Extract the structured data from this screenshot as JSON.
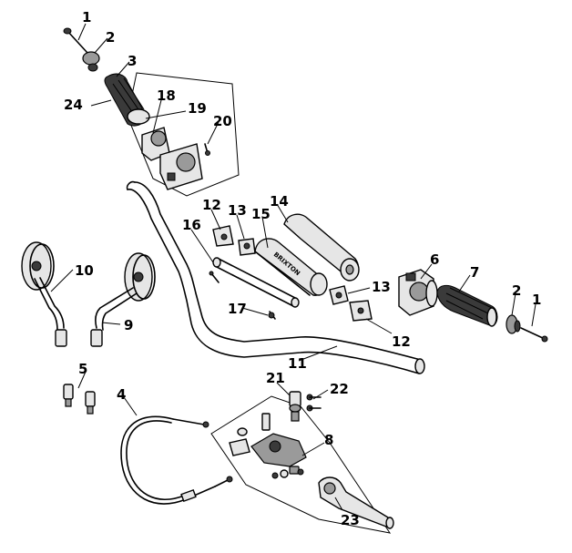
{
  "callouts": {
    "c1a": "1",
    "c2a": "2",
    "c3": "3",
    "c24": "24",
    "c18": "18",
    "c19": "19",
    "c20": "20",
    "c12a": "12",
    "c13a": "13",
    "c15": "15",
    "c14": "14",
    "c16": "16",
    "c10": "10",
    "c9": "9",
    "c17": "17",
    "c6": "6",
    "c7": "7",
    "c2b": "2",
    "c1b": "1",
    "c13b": "13",
    "c12b": "12",
    "c11": "11",
    "c5": "5",
    "c4": "4",
    "c21": "21",
    "c22": "22",
    "c8": "8",
    "c23": "23"
  },
  "brand_text": "BRIXTON"
}
